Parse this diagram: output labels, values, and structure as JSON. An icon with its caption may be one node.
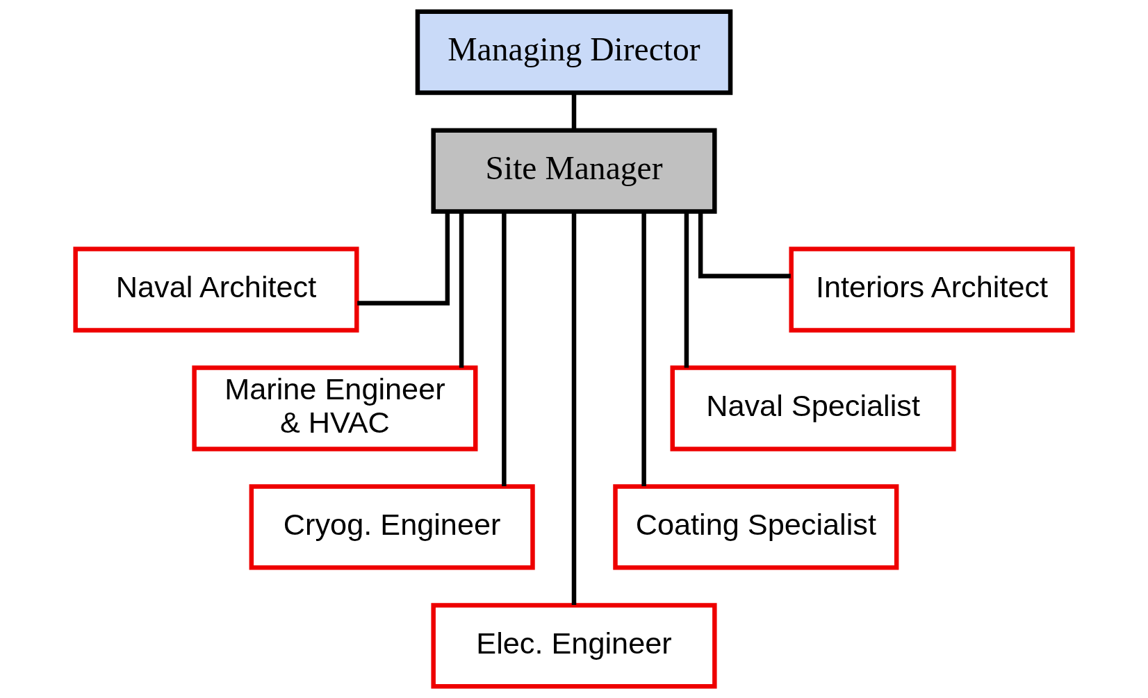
{
  "diagram": {
    "nodes": [
      {
        "text": [
          "Managing Director"
        ]
      },
      {
        "text": [
          "Site Manager"
        ]
      },
      {
        "text": [
          "Naval Architect"
        ]
      },
      {
        "text": [
          "Marine Engineer & HVAC"
        ]
      },
      {
        "text": [
          "Cryog. Engineer"
        ]
      },
      {
        "text": [
          "Elec. Engineer"
        ]
      },
      {
        "text": [
          "Coating Specialist"
        ]
      },
      {
        "text": [
          "Naval Specialist"
        ]
      },
      {
        "text": [
          "Interiors Architect"
        ]
      }
    ],
    "edges": [
      {
        "from": 0,
        "to": 1,
        "arrow": "none"
      },
      {
        "from": 1,
        "to": 2,
        "arrow": "none"
      },
      {
        "from": 1,
        "to": 3,
        "arrow": "none"
      },
      {
        "from": 1,
        "to": 4,
        "arrow": "none"
      },
      {
        "from": 1,
        "to": 5,
        "arrow": "none"
      },
      {
        "from": 1,
        "to": 6,
        "arrow": "none"
      },
      {
        "from": 1,
        "to": 7,
        "arrow": "none"
      },
      {
        "from": 1,
        "to": 8,
        "arrow": "none"
      }
    ]
  }
}
